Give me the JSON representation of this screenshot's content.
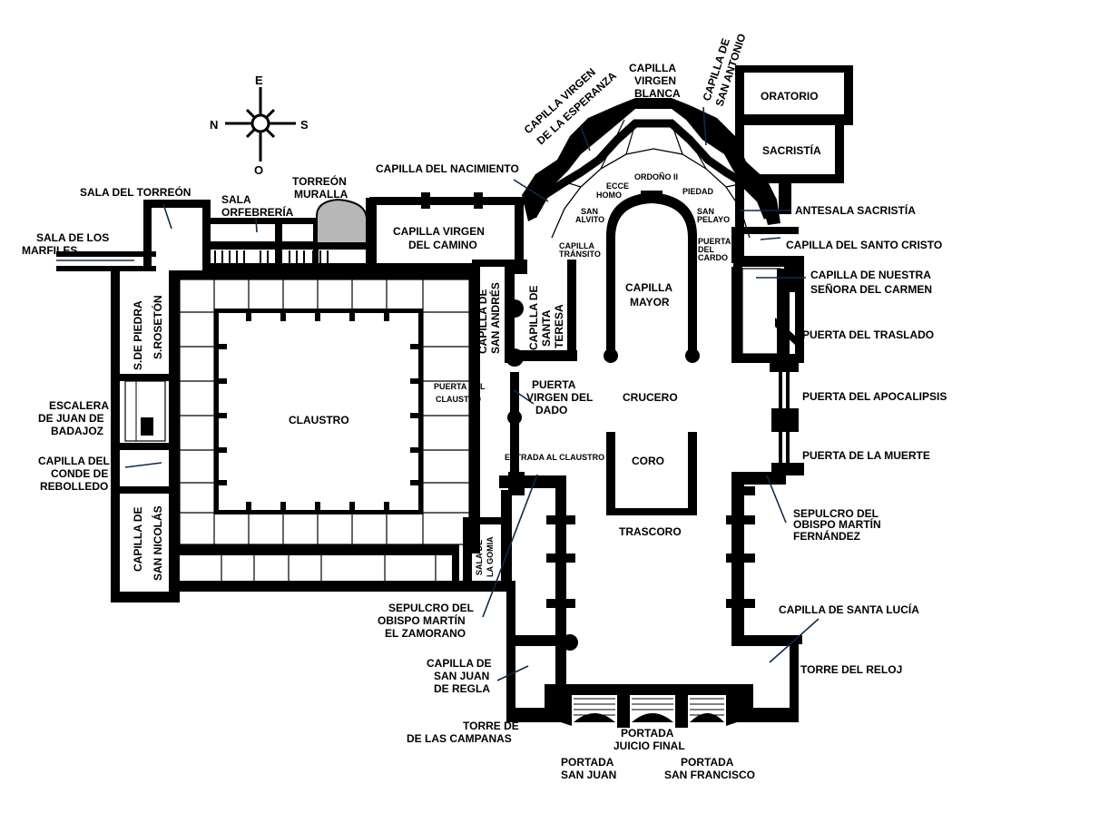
{
  "title": "Plano de la Catedral de León",
  "compass": {
    "north": "N",
    "south": "S",
    "east": "E",
    "west": "O"
  },
  "colors": {
    "wall": "#000000",
    "leader": "#0d2a4a",
    "torreon": "#b7b7b7",
    "background": "#ffffff"
  },
  "rooms": {
    "sala_torreon": "SALA DEL TORREÓN",
    "sala_orfebreria": [
      "SALA",
      "ORFEBRERÍA"
    ],
    "torreon_muralla": [
      "TORREÓN",
      "MURALLA"
    ],
    "capilla_nacimiento": "CAPILLA DEL NACIMIENTO",
    "capilla_virgen_esperanza": [
      "CAPILLA VIRGEN",
      "DE LA ESPERANZA"
    ],
    "capilla_virgen_blanca": [
      "CAPILLA",
      "VIRGEN",
      "BLANCA"
    ],
    "capilla_san_antonio": [
      "CAPILLA DE",
      "SAN ANTONIO"
    ],
    "oratorio": "ORATORIO",
    "sacristia": "SACRISTÍA",
    "antesala_sacristia": "ANTESALA SACRISTÍA",
    "capilla_santo_cristo": "CAPILLA DEL SANTO CRISTO",
    "capilla_nuestra_senora": [
      "CAPILLA DE NUESTRA",
      "SEÑORA DEL CARMEN"
    ],
    "puerta_traslado": "PUERTA DEL TRASLADO",
    "puerta_apocalipsis": "PUERTA DEL APOCALIPSIS",
    "puerta_muerte": "PUERTA DE LA MUERTE",
    "sepulcro_martin_fernandez": [
      "SEPULCRO DEL",
      "OBISPO MARTÍN",
      "FERNÁNDEZ"
    ],
    "capilla_santa_lucia": "CAPILLA DE SANTA LUCÍA",
    "torre_reloj": "TORRE DEL RELOJ",
    "sala_marfiles": [
      "SALA DE LOS",
      "MARFILES"
    ],
    "s_piedra": "S.DE PIEDRA",
    "s_roseton": "S.ROSETÓN",
    "escalera_badajoz": [
      "ESCALERA",
      "DE JUAN DE",
      "BADAJOZ"
    ],
    "capilla_conde_rebolledo": [
      "CAPILLA DEL",
      "CONDE DE",
      "REBOLLEDO"
    ],
    "capilla_san_nicolas": [
      "CAPILLA DE",
      "SAN NICOLÁS"
    ],
    "claustro": "CLAUSTRO",
    "capilla_virgen_camino": [
      "CAPILLA VIRGEN",
      "DEL CAMINO"
    ],
    "capilla_san_andres": [
      "CAPILLA DE",
      "SAN ANDRÉS"
    ],
    "capilla_santa_teresa": [
      "CAPILLA DE",
      "SANTA",
      "TERESA"
    ],
    "capilla_transito": [
      "CAPILLA",
      "TRÁNSITO"
    ],
    "puerta_claustro": [
      "PUERTA DEL",
      "CLAUSTRO"
    ],
    "puerta_virgen_dado": [
      "PUERTA",
      "VIRGEN DEL",
      "DADO"
    ],
    "entrada_claustro": "ENTRADA AL CLAUSTRO",
    "sala_gomia": [
      "SALA DE",
      "LA GOMIA"
    ],
    "sepulcro_martin_zamorano": [
      "SEPULCRO DEL",
      "OBISPO MARTÍN",
      "EL ZAMORANO"
    ],
    "capilla_san_juan_regla": [
      "CAPILLA DE",
      "SAN JUAN",
      "DE REGLA"
    ],
    "torre_campanas": [
      "TORRE DE",
      "DE LAS CAMPANAS"
    ],
    "portada_juicio_final": [
      "PORTADA",
      "JUICIO FINAL"
    ],
    "portada_san_juan": [
      "PORTADA",
      "SAN JUAN"
    ],
    "portada_san_francisco": [
      "PORTADA",
      "SAN FRANCISCO"
    ],
    "capilla_mayor": [
      "CAPILLA",
      "MAYOR"
    ],
    "crucero": "CRUCERO",
    "coro": "CORO",
    "trascoro": "TRASCORO",
    "ordono": "ORDOÑO II",
    "ecce_homo": [
      "ECCE",
      "HOMO"
    ],
    "piedad": "PIEDAD",
    "san_alvito": [
      "SAN",
      "ALVITO"
    ],
    "san_pelayo": [
      "SAN",
      "PELAYO"
    ],
    "puerta_cardo": [
      "PUERTA",
      "DEL",
      "CARDO"
    ]
  }
}
